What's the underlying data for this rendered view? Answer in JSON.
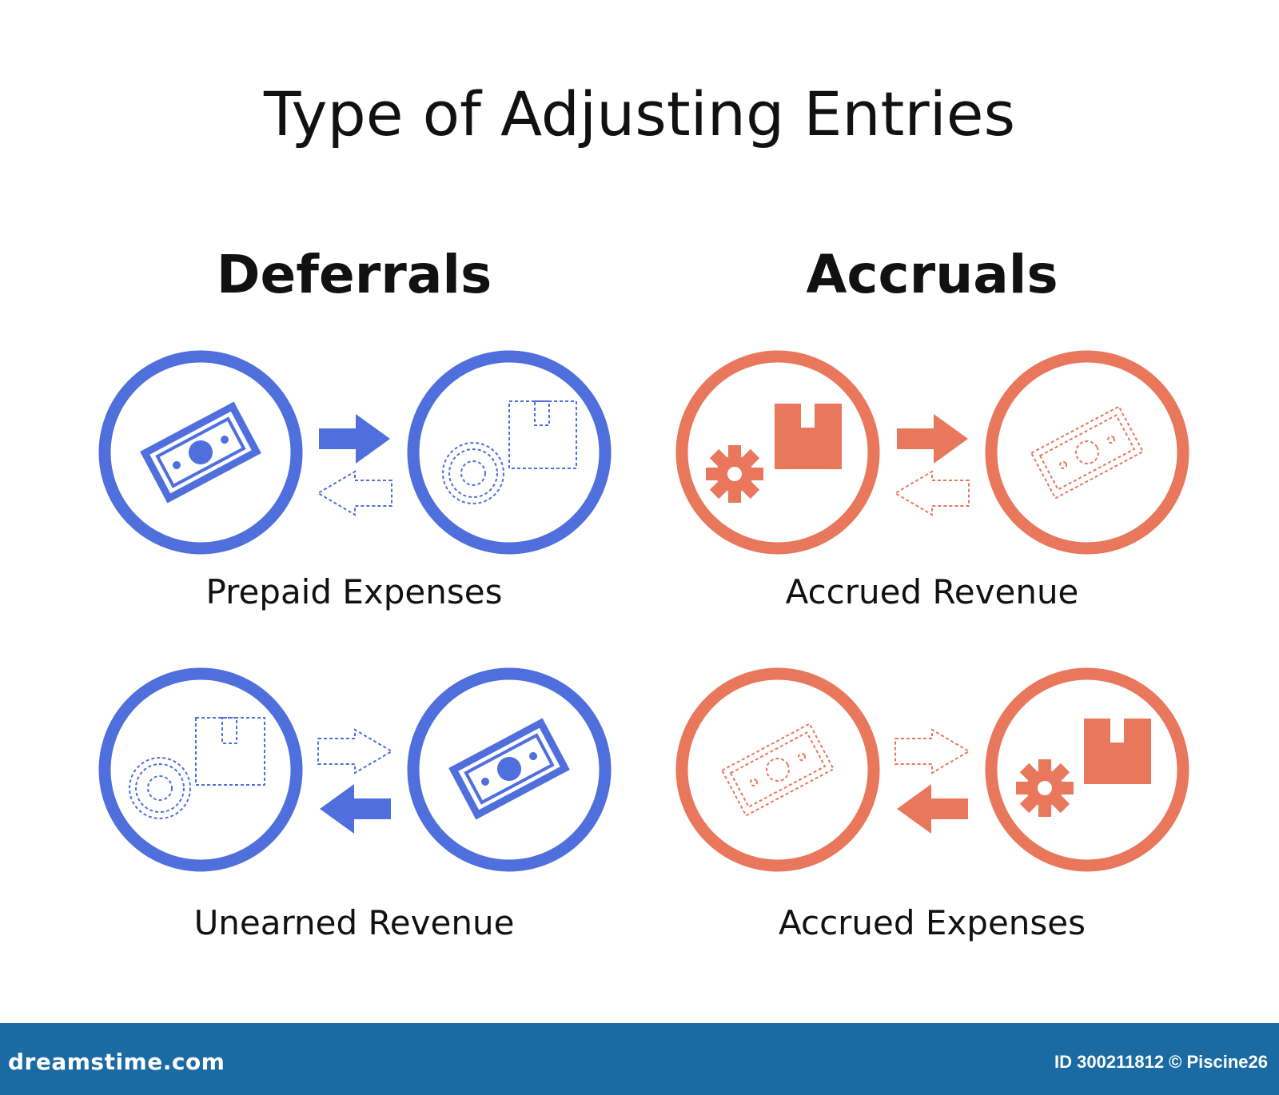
{
  "title": "Type of Adjusting Entries",
  "columns": [
    {
      "title": "Deferrals",
      "color": "#4f6fdc",
      "items": [
        {
          "label": "Prepaid Expenses"
        },
        {
          "label": "Unearned Revenue"
        }
      ]
    },
    {
      "title": "Accruals",
      "color": "#e9775c",
      "items": [
        {
          "label": "Accrued Revenue"
        },
        {
          "label": "Accrued Expenses"
        }
      ]
    }
  ],
  "footer": {
    "logo": "dreamstime.com",
    "credit": "ID 300211812 © Piscine26",
    "background": "#1a6aa3"
  }
}
